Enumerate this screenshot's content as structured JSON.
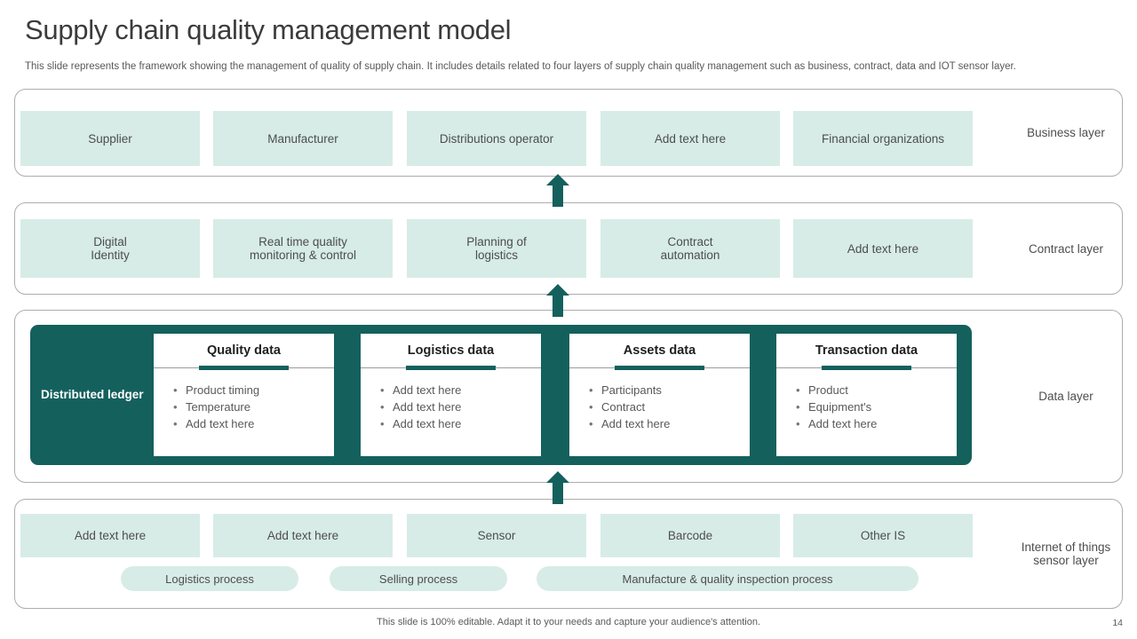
{
  "slide": {
    "title": "Supply chain quality management model",
    "subtitle": "This slide represents the framework showing the management of quality of supply chain. It includes details related to four layers of supply chain quality management such as business, contract, data and IOT sensor layer.",
    "footer": "This slide is 100% editable. Adapt it to your needs and capture your audience's attention.",
    "page_number": "14"
  },
  "colors": {
    "dark_teal": "#14605d",
    "mint": "#d7ece7",
    "container_border": "#adadad",
    "body_text": "#595959"
  },
  "layers": {
    "business": {
      "label": "Business layer",
      "boxes": [
        "Supplier",
        "Manufacturer",
        "Distributions operator",
        "Add text here",
        "Financial organizations"
      ]
    },
    "contract": {
      "label": "Contract layer",
      "boxes": [
        "Digital\nIdentity",
        "Real time quality\nmonitoring & control",
        "Planning of\nlogistics",
        "Contract\nautomation",
        "Add text here"
      ]
    },
    "data": {
      "label": "Data layer",
      "ledger": "Distributed ledger",
      "cards": [
        {
          "title": "Quality data",
          "bullets": [
            "Product timing",
            "Temperature",
            "Add text here"
          ]
        },
        {
          "title": "Logistics data",
          "bullets": [
            "Add text here",
            "Add text here",
            "Add text here"
          ]
        },
        {
          "title": "Assets data",
          "bullets": [
            "Participants",
            "Contract",
            "Add text here"
          ]
        },
        {
          "title": "Transaction data",
          "bullets": [
            "Product",
            "Equipment's",
            "Add text here"
          ]
        }
      ]
    },
    "iot": {
      "label": "Internet of things\nsensor layer",
      "boxes": [
        "Add text here",
        "Add text here",
        "Sensor",
        "Barcode",
        "Other IS"
      ],
      "pills": [
        "Logistics process",
        "Selling process",
        "Manufacture & quality inspection process"
      ]
    }
  }
}
